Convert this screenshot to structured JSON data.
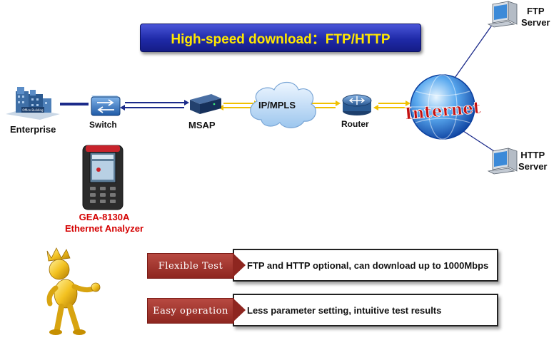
{
  "title": "High-speed download：FTP/HTTP",
  "nodes": {
    "enterprise": "Enterprise",
    "switch": "Switch",
    "msap": "MSAP",
    "cloud": "IP/MPLS",
    "router": "Router",
    "internet": "Internet",
    "ftp_server": [
      "FTP",
      "Server"
    ],
    "http_server": [
      "HTTP",
      "Server"
    ],
    "office_sign": "Office Building"
  },
  "device": {
    "model": "GEA-8130A",
    "name": "Ethernet Analyzer"
  },
  "features": [
    {
      "tag": "Flexible Test",
      "text": "FTP and HTTP optional, can download up to 1000Mbps"
    },
    {
      "tag": "Easy operation",
      "text": "Less parameter setting, intuitive test results"
    }
  ],
  "colors": {
    "title_bg": "#1f2aa8",
    "title_text": "#ffe800",
    "device_label": "#d40000",
    "link_blue": "#1b2a8a",
    "link_yellow": "#f0c000",
    "feature_tag": "#a0352e"
  }
}
